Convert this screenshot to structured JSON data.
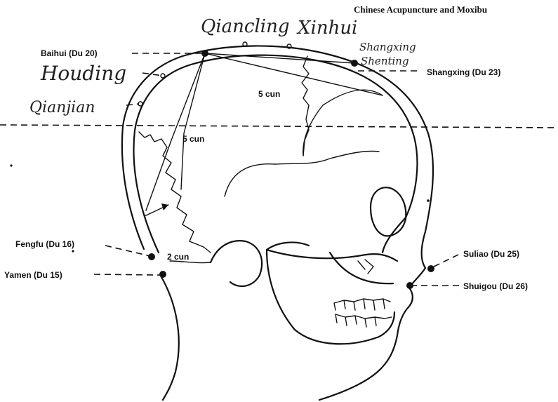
{
  "header": {
    "title": "Chinese Acupuncture and Moxibu"
  },
  "points": {
    "baihui": "Baihui (Du 20)",
    "shangxing": "Shangxing (Du 23)",
    "fengfu": "Fengfu (Du 16)",
    "yamen": "Yamen (Du 15)",
    "suliao": "Suliao (Du 25)",
    "shuigou": "Shuigou (Du 26)"
  },
  "measures": {
    "m1": "5 cun",
    "m2": "5 cun",
    "m3": "2 cun"
  },
  "handwritten": {
    "qianding": "Qiancling",
    "xinhui": "Xinhui",
    "shangxing": "Shangxing",
    "shenting": "Shenting",
    "houding": "Houding",
    "qianjian": "Qianjian"
  }
}
